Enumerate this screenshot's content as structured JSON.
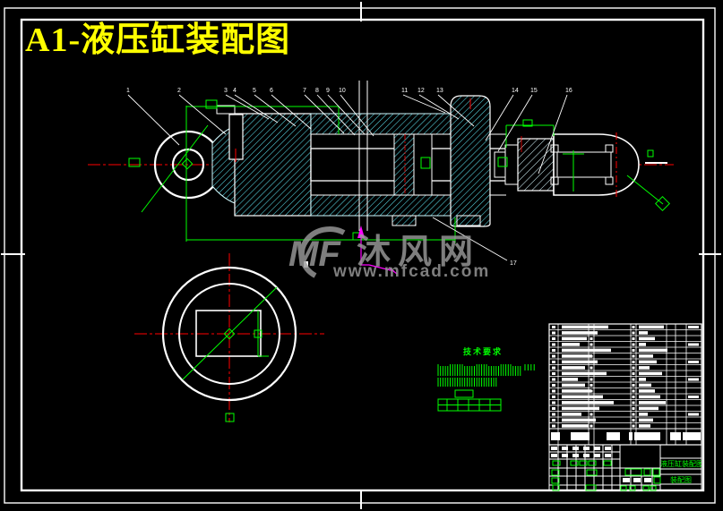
{
  "title": "A1-液压缸装配图",
  "watermark": {
    "logo": "MF",
    "brand": "沐风网",
    "url": "www.mfcad.com"
  },
  "tech_requirements": {
    "title": "技术要求"
  },
  "title_block": {
    "drawing_name": "液压缸装配图",
    "drawing_code": "装配图"
  },
  "balloons": [
    "1",
    "2",
    "3",
    "4",
    "5",
    "6",
    "7",
    "8",
    "9",
    "10",
    "11",
    "12",
    "13",
    "14",
    "15",
    "16",
    "17"
  ],
  "colors": {
    "background": "#000000",
    "line": "#ffffff",
    "hatch": "#5adbe8",
    "dimension": "#00ff00",
    "centerline": "#ff0000",
    "annotation": "#ff00ff",
    "title": "#ffff00",
    "watermark": "#9a9a9a"
  }
}
